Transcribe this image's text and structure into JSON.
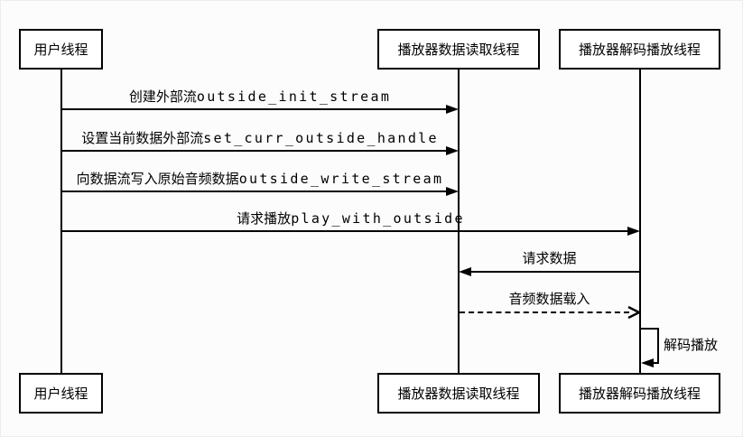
{
  "participants": [
    {
      "id": "user",
      "label": "用户线程"
    },
    {
      "id": "reader",
      "label": "播放器数据读取线程"
    },
    {
      "id": "decoder",
      "label": "播放器解码播放线程"
    }
  ],
  "messages": [
    {
      "cn": "创建外部流",
      "code": "outside_init_stream",
      "from": "user",
      "to": "reader",
      "style": "solid"
    },
    {
      "cn": "设置当前数据外部流",
      "code": "set_curr_outside_handle",
      "from": "user",
      "to": "reader",
      "style": "solid"
    },
    {
      "cn": "向数据流写入原始音频数据",
      "code": "outside_write_stream",
      "from": "user",
      "to": "reader",
      "style": "solid"
    },
    {
      "cn": "请求播放",
      "code": "play_with_outside",
      "from": "user",
      "to": "decoder",
      "style": "solid"
    },
    {
      "cn": "请求数据",
      "code": "",
      "from": "decoder",
      "to": "reader",
      "style": "solid"
    },
    {
      "cn": "音频数据载入",
      "code": "",
      "from": "reader",
      "to": "decoder",
      "style": "dashed"
    },
    {
      "cn": "解码播放",
      "code": "",
      "from": "decoder",
      "to": "decoder",
      "style": "self-loop"
    }
  ],
  "colors": {
    "line": "#000000",
    "background": "#fcfcfc",
    "box_background": "#ffffff"
  }
}
